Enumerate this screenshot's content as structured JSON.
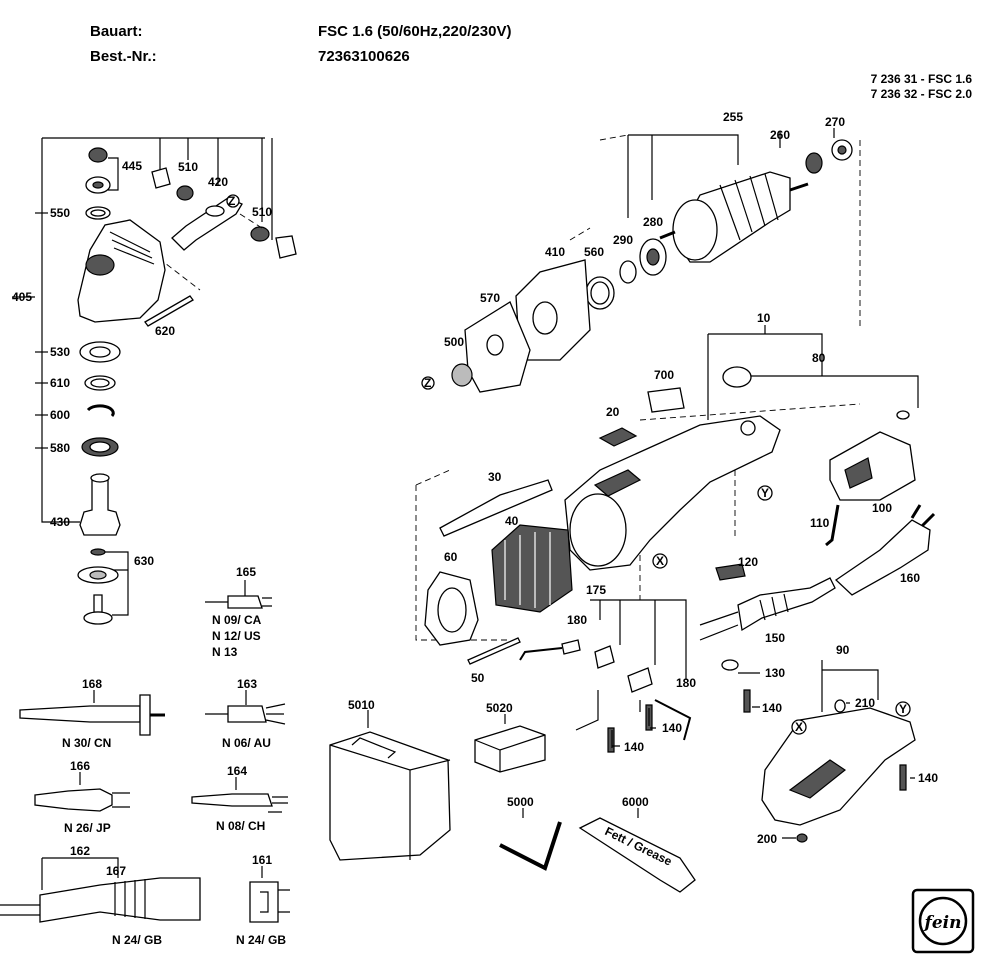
{
  "header": {
    "bauart_label": "Bauart:",
    "bauart_value": "FSC 1.6 (50/60Hz,220/230V)",
    "bestnr_label": "Best.-Nr.:",
    "bestnr_value": "72363100626"
  },
  "models": [
    "7 236 31 - FSC 1.6",
    "7 236 32 - FSC 2.0"
  ],
  "refs": {
    "z": "Z",
    "y": "Y",
    "x": "X"
  },
  "parts": {
    "p445": "445",
    "p510a": "510",
    "p420": "420",
    "p510b": "510",
    "p550": "550",
    "p405": "405",
    "p620": "620",
    "p530": "530",
    "p610": "610",
    "p600": "600",
    "p580": "580",
    "p430": "430",
    "p630": "630",
    "p255": "255",
    "p260": "260",
    "p270": "270",
    "p280": "280",
    "p290": "290",
    "p560": "560",
    "p410": "410",
    "p570": "570",
    "p500": "500",
    "p10": "10",
    "p80": "80",
    "p700": "700",
    "p20": "20",
    "p30": "30",
    "p40": "40",
    "p60": "60",
    "p50": "50",
    "p175": "175",
    "p180a": "180",
    "p180b": "180",
    "p140a": "140",
    "p140b": "140",
    "p140c": "140",
    "p140d": "140",
    "p120": "120",
    "p130": "130",
    "p150": "150",
    "p160": "160",
    "p110": "110",
    "p100": "100",
    "p90": "90",
    "p210": "210",
    "p200": "200",
    "p165": "165",
    "p168": "168",
    "p163": "163",
    "p166": "166",
    "p164": "164",
    "p162": "162",
    "p167": "167",
    "p161": "161",
    "p5010": "5010",
    "p5020": "5020",
    "p5000": "5000",
    "p6000": "6000"
  },
  "plug_codes": {
    "c165": [
      "N 09/ CA",
      "N 12/ US",
      "N 13"
    ],
    "c168": "N 30/ CN",
    "c163": "N 06/ AU",
    "c166": "N 26/ JP",
    "c164": "N 08/ CH",
    "c162": "N 24/ GB",
    "c161": "N 24/ GB"
  },
  "grease_text": "Fett / Grease",
  "logo_text": "fein"
}
